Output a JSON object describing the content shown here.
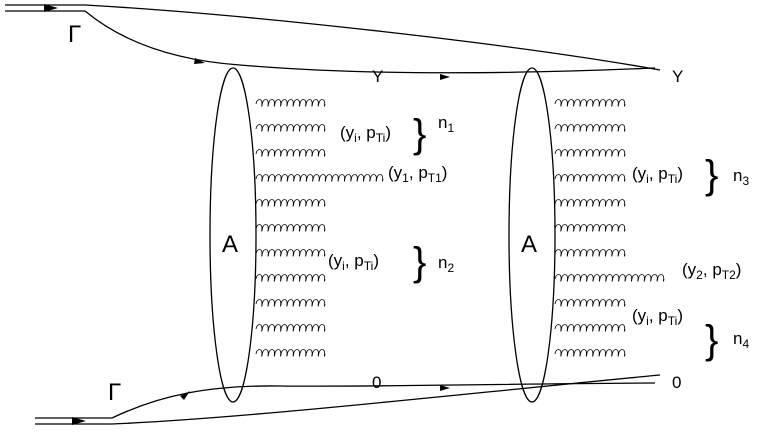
{
  "labels": {
    "gamma_top": "Γ",
    "gamma_bottom": "Γ",
    "blob_left": "A",
    "blob_right": "A",
    "rap_top_left": "Y",
    "rap_top_right": "Y",
    "rap_bottom_left": "0",
    "rap_bottom_right": "0",
    "comma": ", ",
    "y": "y",
    "p": "p",
    "sub_i": "i",
    "sub_Ti": "Ti",
    "sub_1": "1",
    "sub_T1": "T1",
    "sub_2": "2",
    "sub_T2": "T2",
    "n": "n",
    "n1_sub": "1",
    "n2_sub": "2",
    "n3_sub": "3",
    "n4_sub": "4",
    "brace": "}"
  }
}
